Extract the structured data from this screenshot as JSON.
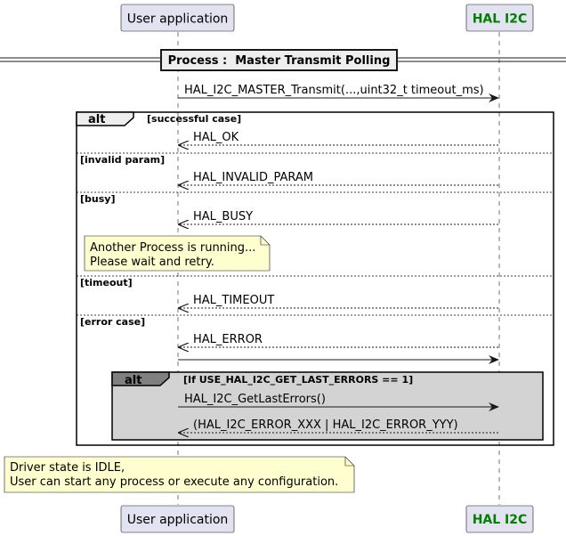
{
  "participants": {
    "user_app": {
      "label": "User application"
    },
    "hal_i2c": {
      "label": "HAL I2C",
      "color": "#008000"
    }
  },
  "divider": {
    "label": "Process :  Master Transmit Polling"
  },
  "messages": {
    "transmit_call": "HAL_I2C_MASTER_Transmit(...,uint32_t timeout_ms)",
    "ok": "HAL_OK",
    "invalid_param": "HAL_INVALID_PARAM",
    "busy": "HAL_BUSY",
    "timeout": "HAL_TIMEOUT",
    "error": "HAL_ERROR",
    "get_last_errors": "HAL_I2C_GetLastErrors()",
    "error_codes": "(HAL_I2C_ERROR_XXX | HAL_I2C_ERROR_YYY)"
  },
  "alt_outer": {
    "label": "alt",
    "conditions": {
      "successful": "[successful case]",
      "invalid_param": "[invalid param]",
      "busy": "[busy]",
      "timeout": "[timeout]",
      "error": "[error case]"
    }
  },
  "alt_inner": {
    "label": "alt",
    "condition": "[If USE_HAL_I2C_GET_LAST_ERRORS == 1]"
  },
  "notes": {
    "busy_note": {
      "line1": "Another Process is running...",
      "line2": "Please wait and retry."
    },
    "final_note": {
      "line1": "Driver state is IDLE,",
      "line2": "User can start any process or execute any configuration."
    }
  },
  "colors": {
    "participant_fill": "#e2e2f0",
    "participant_border": "#181818",
    "note_fill": "#fefece",
    "inner_alt_fill": "#d3d3d3",
    "inner_alt_tab": "#808080",
    "outer_alt_tab": "#eeeeee",
    "divider_fill": "#eeeeee"
  }
}
